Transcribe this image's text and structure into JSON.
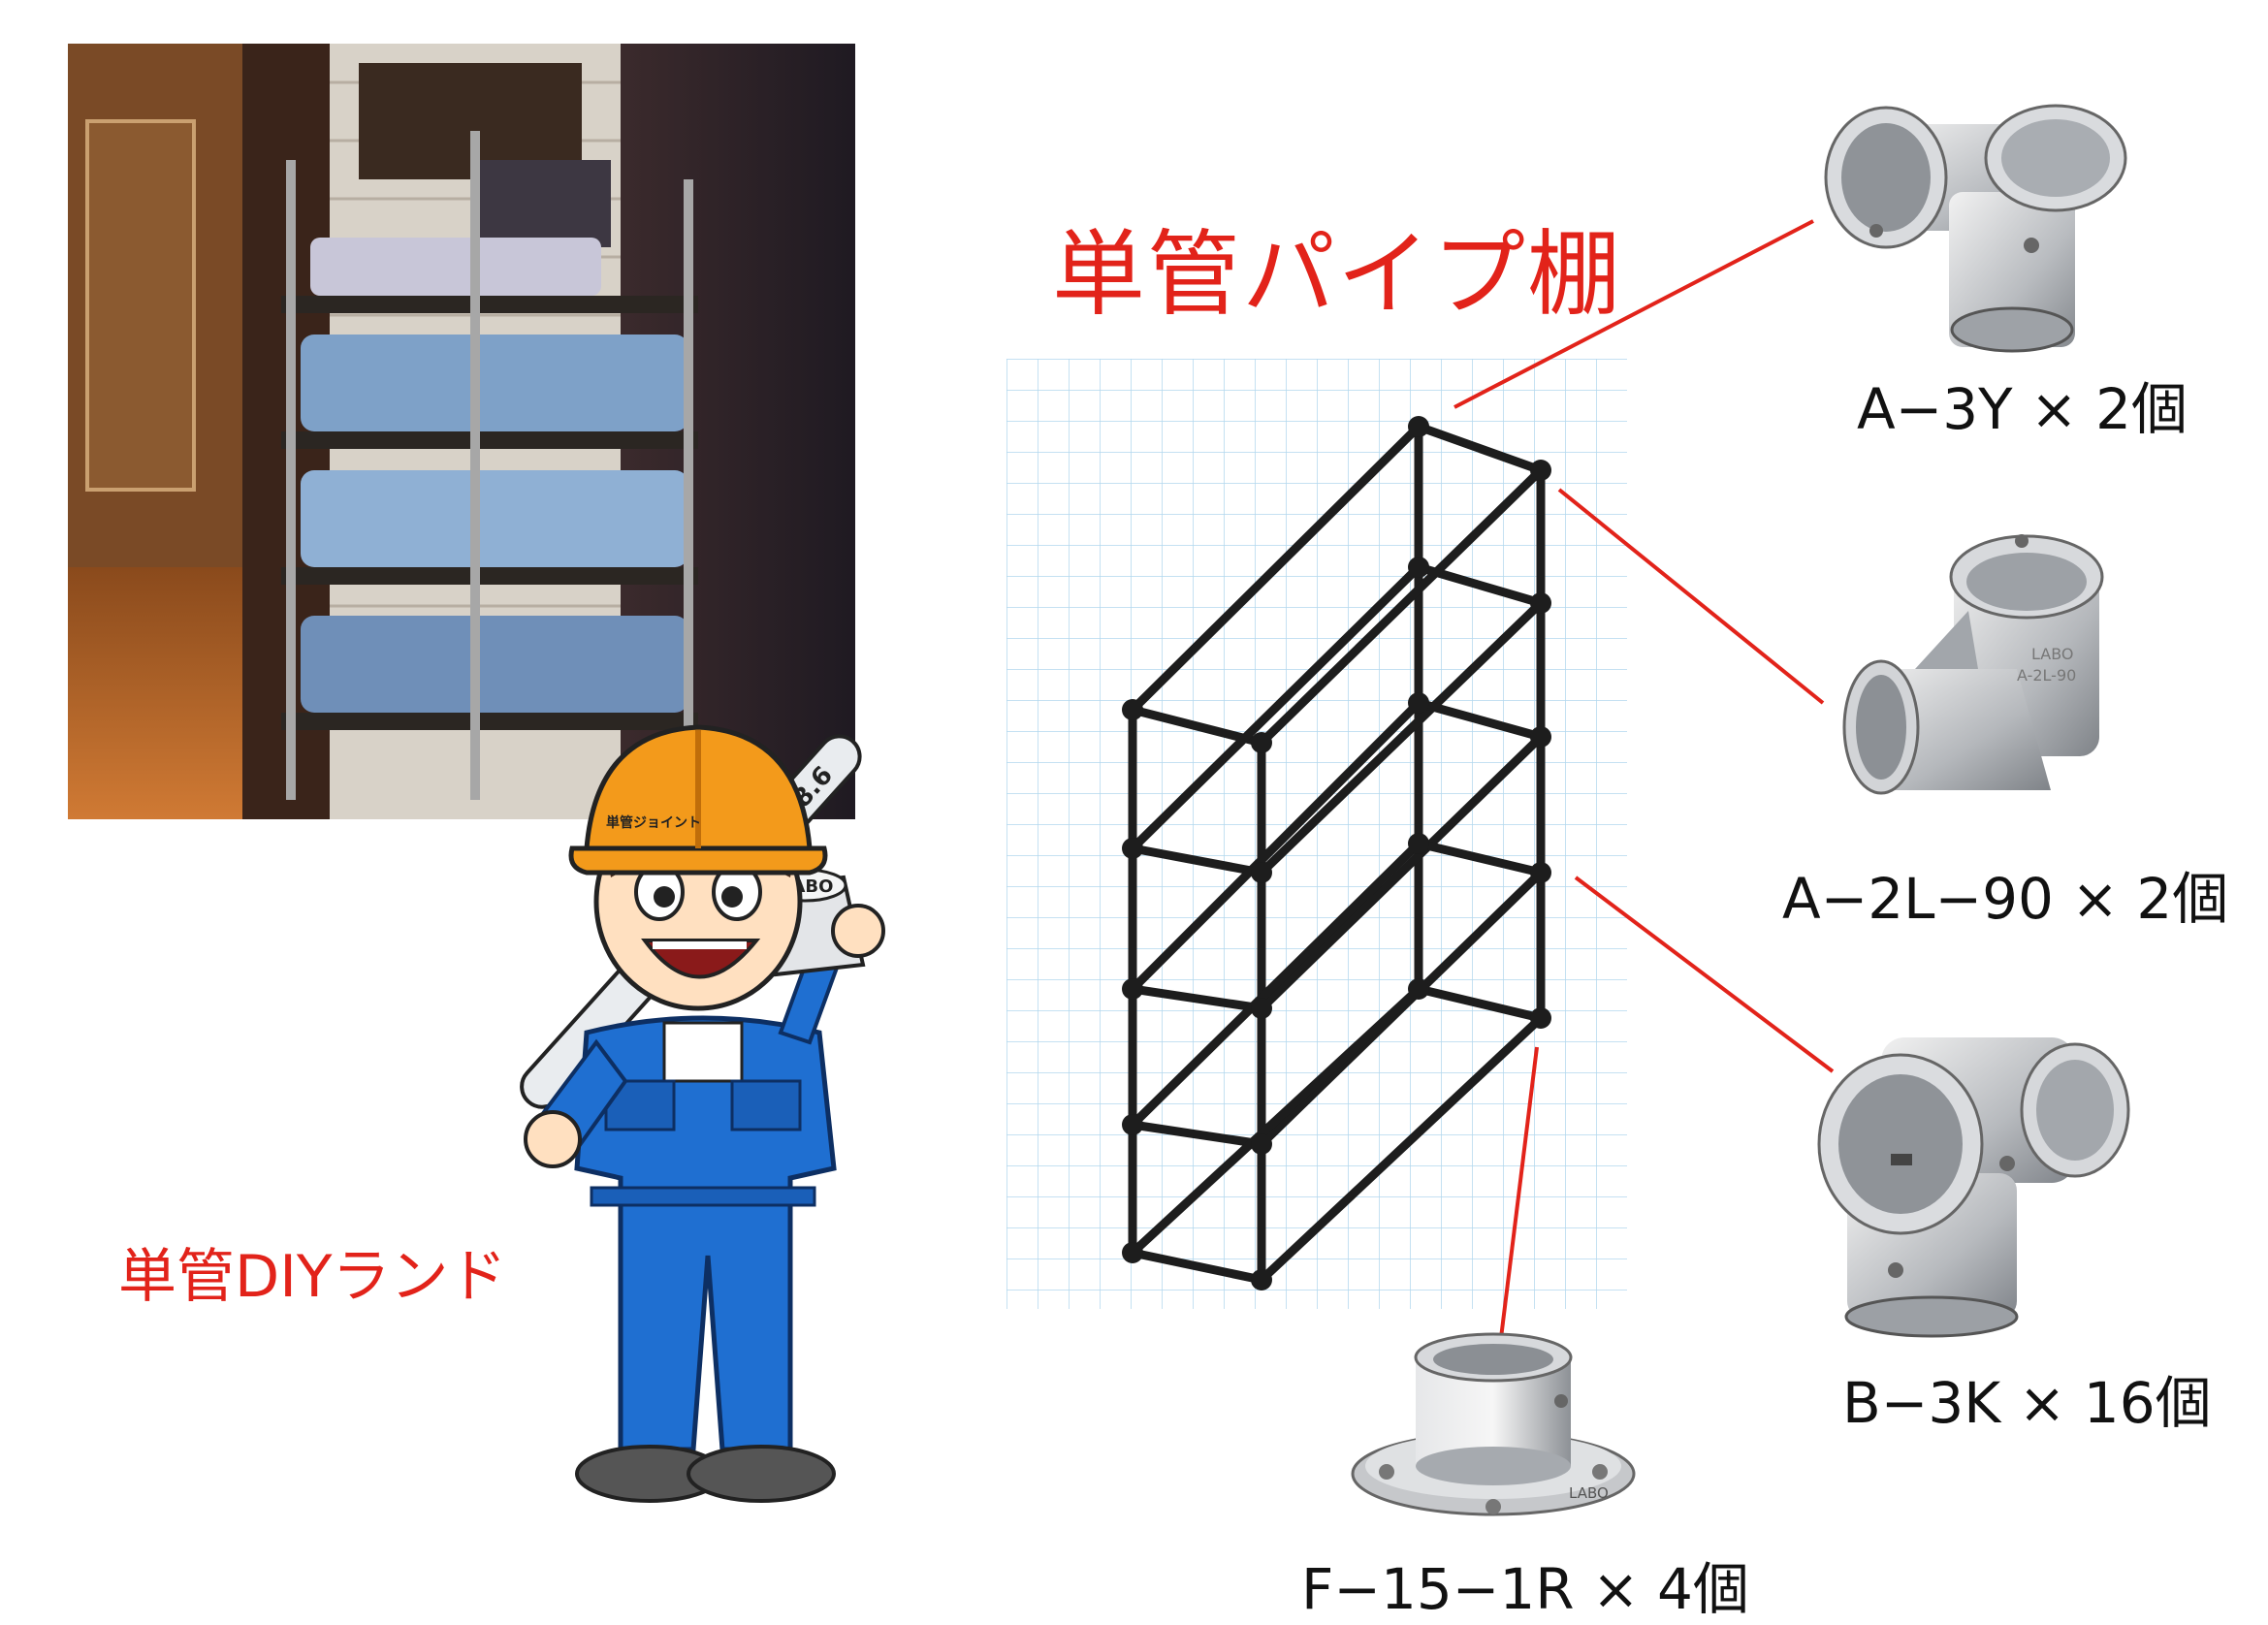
{
  "title": "単管パイプ棚",
  "brand": "単管DIYランド",
  "parts": [
    {
      "id": "a3y",
      "label": "A−3Y × 2個"
    },
    {
      "id": "a2l",
      "label": "A−2L−90 × 2個"
    },
    {
      "id": "b3k",
      "label": "B−3K × 16個"
    },
    {
      "id": "f15",
      "label": "F−15−1R × 4個"
    }
  ],
  "character": {
    "pipe_text": "PIPE-48.6",
    "helmet_text": "単管ジョイント",
    "fitting_text": "LABO"
  },
  "part_markings": {
    "a2l_brand": "LABO",
    "a2l_code": "A-2L-90",
    "f15_brand": "LABO"
  },
  "colors": {
    "accent": "#e2231a",
    "helmet": "#f39a1b",
    "overall": "#1f6fd1"
  }
}
